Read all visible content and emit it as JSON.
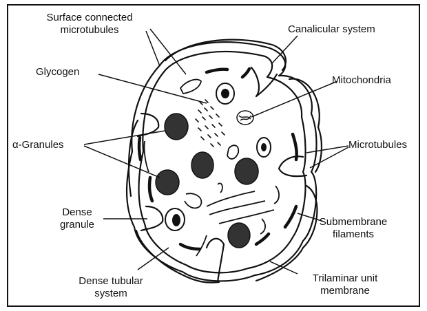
{
  "labels": {
    "surface_line1": "Surface connected",
    "surface_line2": "microtubules",
    "glycogen": "Glycogen",
    "alpha_granules": "α-Granules",
    "dense_granule_line1": "Dense",
    "dense_granule_line2": "granule",
    "dense_tubular_line1": "Dense tubular",
    "dense_tubular_line2": "system",
    "canalicular": "Canalicular system",
    "mitochondria": "Mitochondria",
    "microtubules": "Microtubules",
    "submembrane_line1": "Submembrane",
    "submembrane_line2": "filaments",
    "trilaminar_line1": "Trilaminar unit",
    "trilaminar_line2": "membrane"
  },
  "colors": {
    "ink": "#111111",
    "background": "#ffffff"
  }
}
